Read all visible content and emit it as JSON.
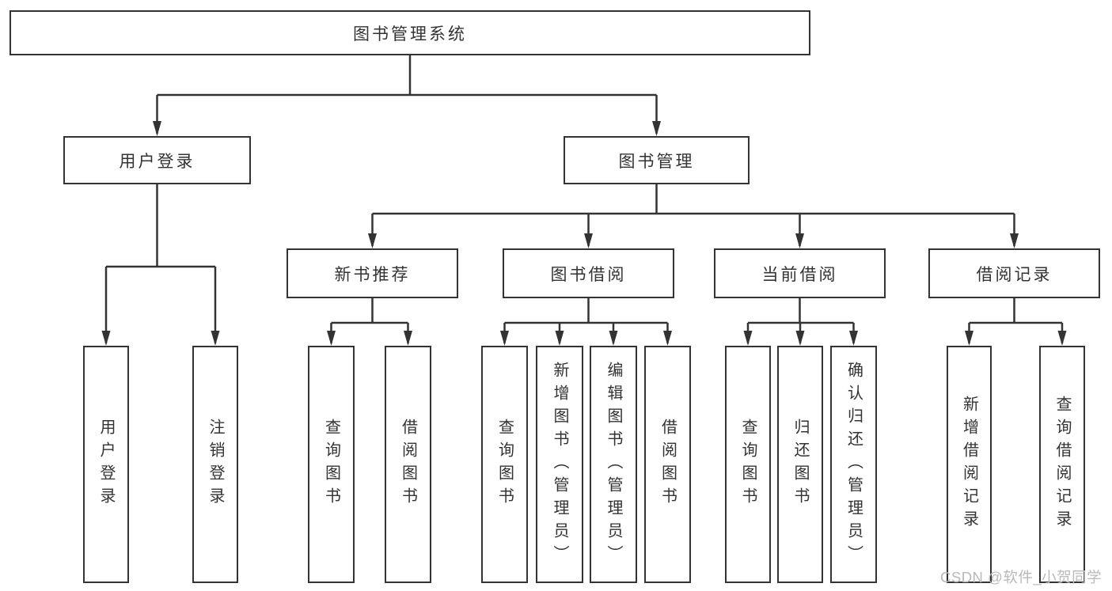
{
  "diagram": {
    "title": "图书管理系统",
    "tree": {
      "label": "图书管理系统",
      "children": [
        {
          "label": "用户登录",
          "children": [
            {
              "label": "用户登录"
            },
            {
              "label": "注销登录"
            }
          ]
        },
        {
          "label": "图书管理",
          "children": [
            {
              "label": "新书推荐",
              "children": [
                {
                  "label": "查询图书"
                },
                {
                  "label": "借阅图书"
                }
              ]
            },
            {
              "label": "图书借阅",
              "children": [
                {
                  "label": "查询图书"
                },
                {
                  "label": "新增图书（管理员）"
                },
                {
                  "label": "编辑图书（管理员）"
                },
                {
                  "label": "借阅图书"
                }
              ]
            },
            {
              "label": "当前借阅",
              "children": [
                {
                  "label": "查询图书"
                },
                {
                  "label": "归还图书"
                },
                {
                  "label": "确认归还（管理员）"
                }
              ]
            },
            {
              "label": "借阅记录",
              "children": [
                {
                  "label": "新增借阅记录"
                },
                {
                  "label": "查询借阅记录"
                }
              ]
            }
          ]
        }
      ]
    },
    "line_color": "#333333",
    "box_background": "#ffffff"
  },
  "watermark": {
    "text": "CSDN @软件_小贺同学"
  }
}
